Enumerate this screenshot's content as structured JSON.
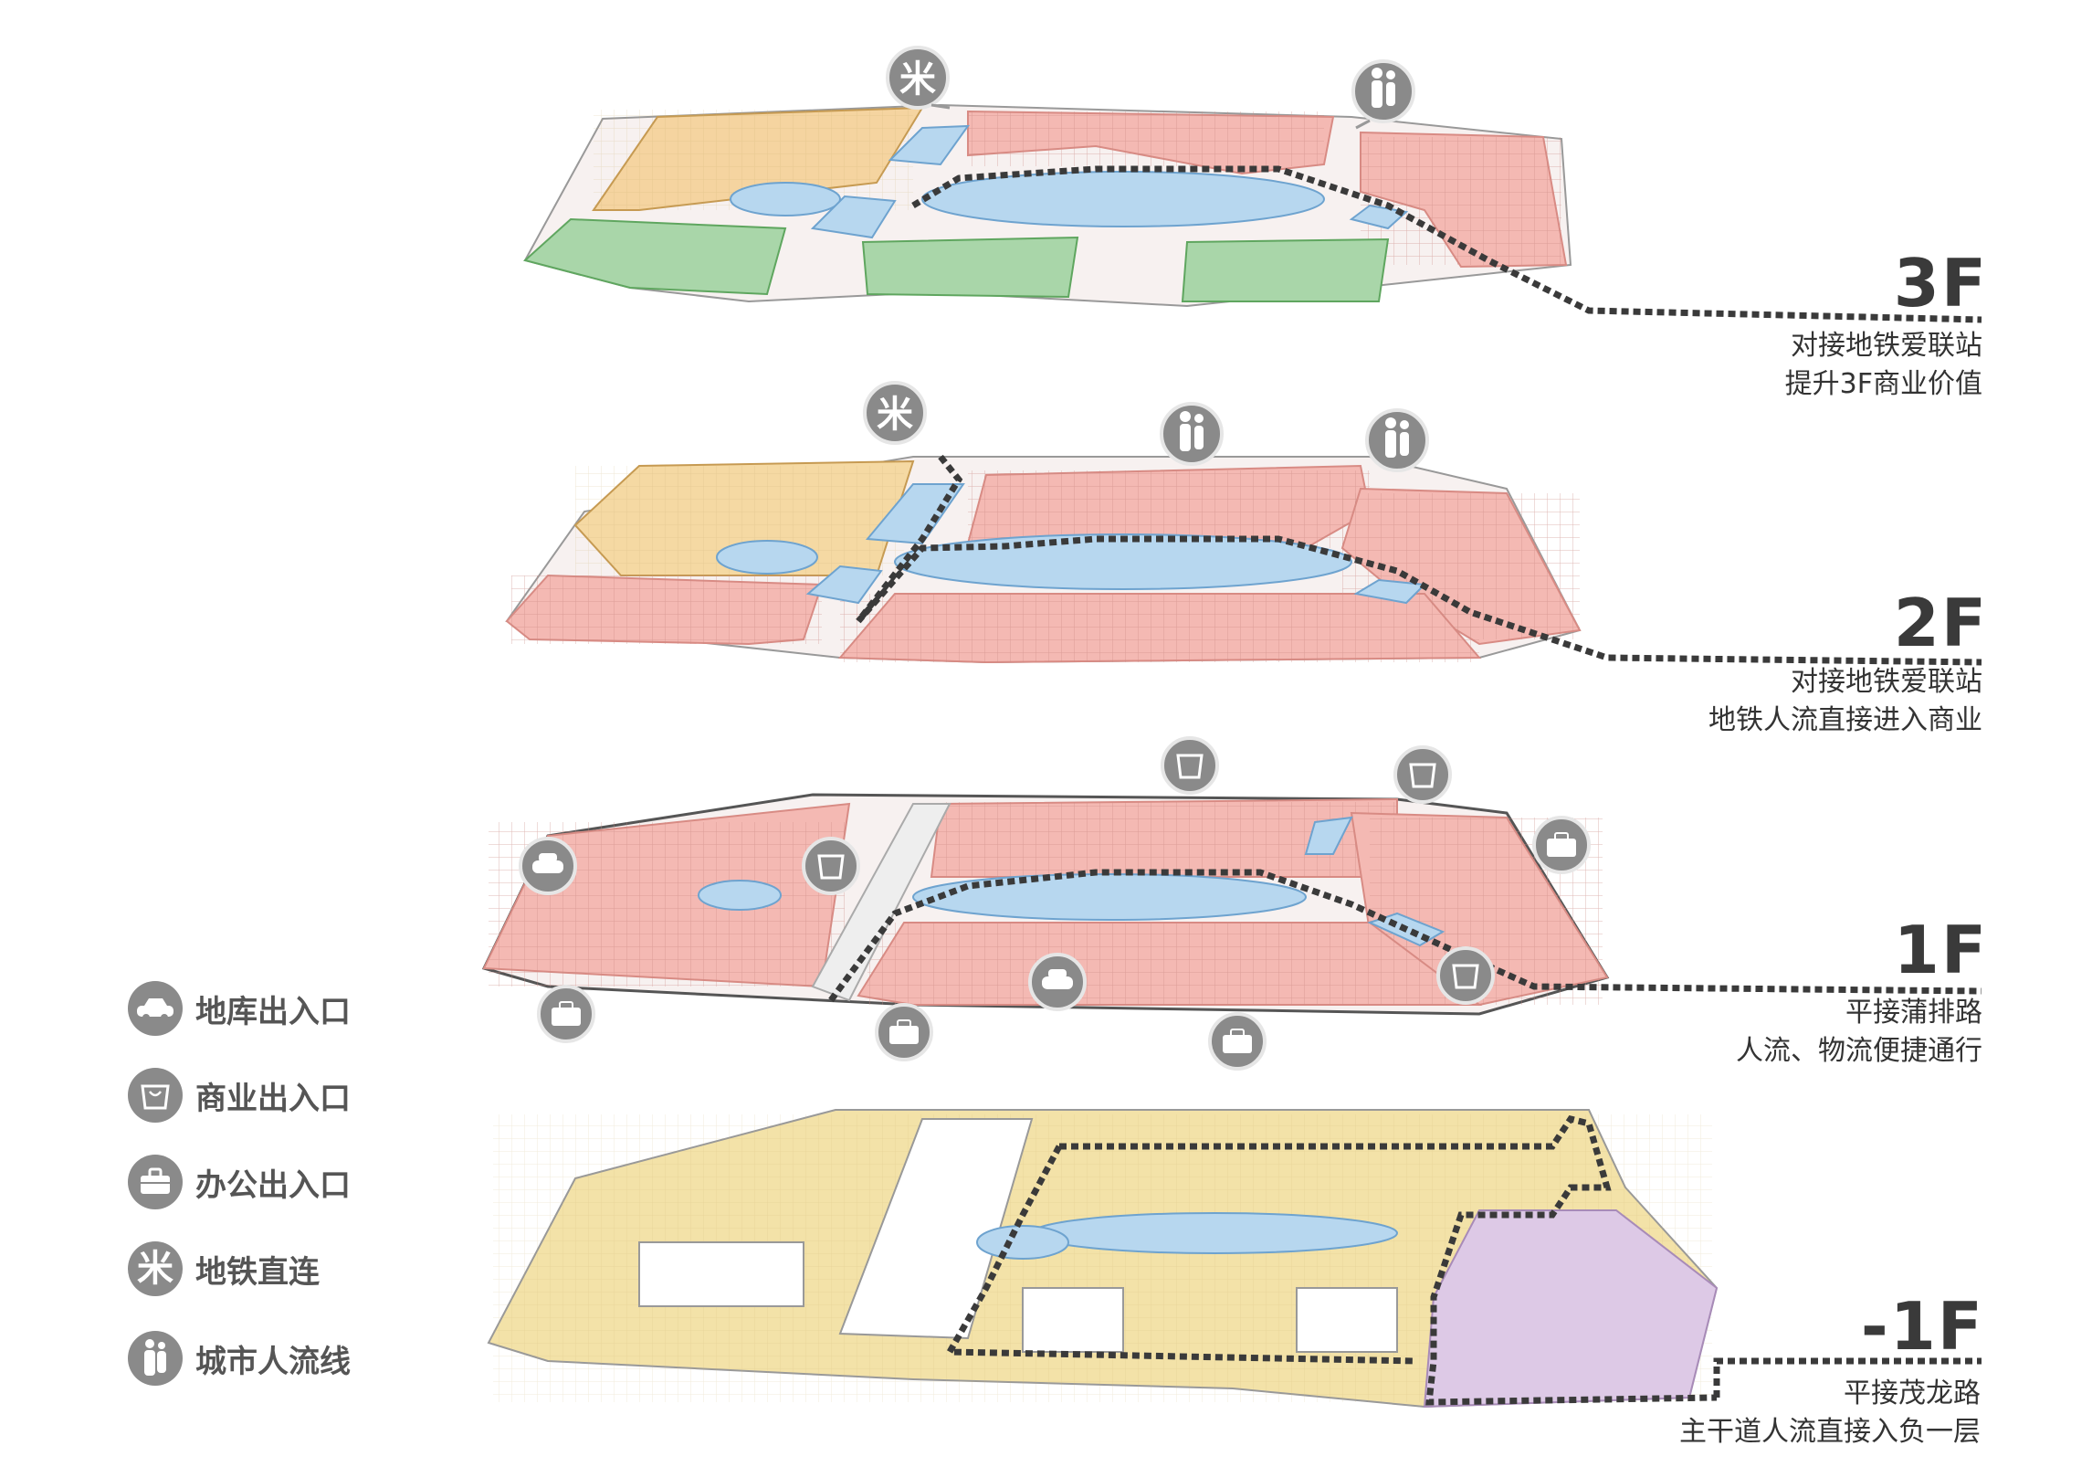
{
  "floors": [
    {
      "label": "3F",
      "line1": "对接地铁爱联站",
      "line2": "提升3F商业价值"
    },
    {
      "label": "2F",
      "line1": "对接地铁爱联站",
      "line2": "地铁人流直接进入商业"
    },
    {
      "label": "1F",
      "line1": "平接蒲排路",
      "line2": "人流、物流便捷通行"
    },
    {
      "label": "-1F",
      "line1": "平接茂龙路",
      "line2": "主干道人流直接入负一层"
    }
  ],
  "legend": [
    {
      "label": "地库出入口",
      "icon": "car-icon"
    },
    {
      "label": "商业出入口",
      "icon": "shopping-bag-icon"
    },
    {
      "label": "办公出入口",
      "icon": "briefcase-icon"
    },
    {
      "label": "地铁直连",
      "icon": "metro-icon"
    },
    {
      "label": "城市人流线",
      "icon": "pedestrian-icon"
    }
  ],
  "colors": {
    "retail": "#f4b9b3",
    "atrium": "#b7d7ef",
    "office": "#a9d6a9",
    "service": "#f5d9a3",
    "parking": "#f3e2a8",
    "supermarket": "#ddc9e6",
    "flow_line": "#3a3a3a",
    "icon_bg": "#8a8a8a"
  }
}
